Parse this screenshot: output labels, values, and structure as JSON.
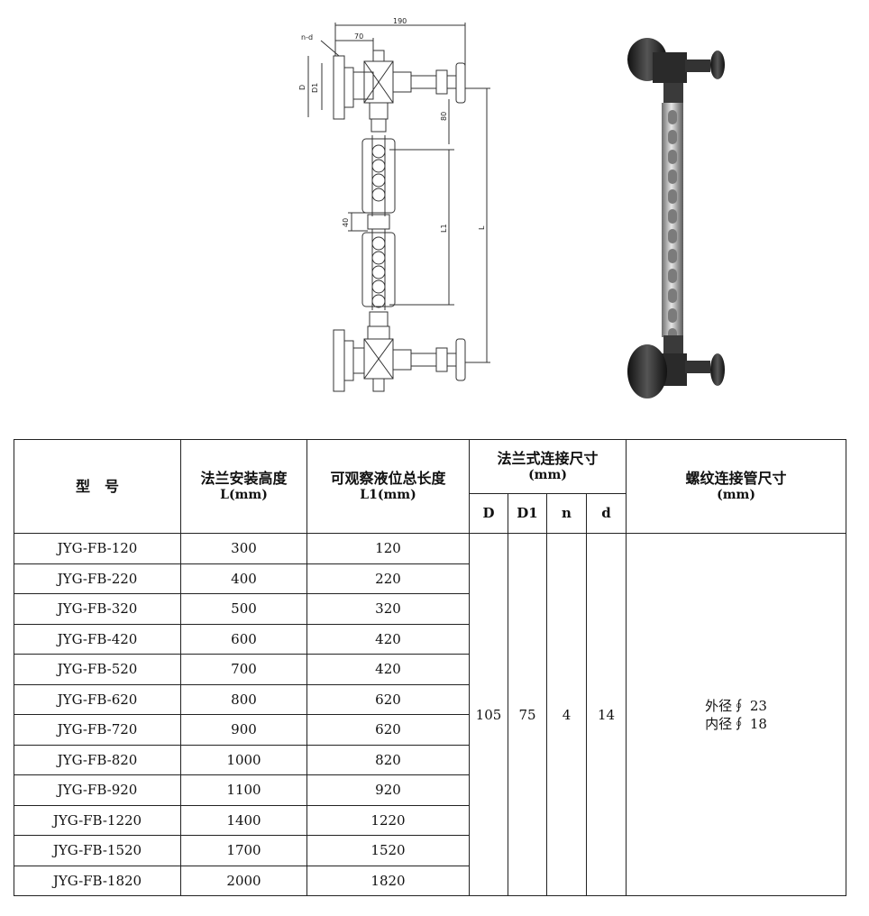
{
  "drawing": {
    "labels": {
      "overall": "190",
      "offset": "70",
      "holes": "n-d",
      "flange_d": "D",
      "flange_d1": "D1",
      "top_gap": "80",
      "joint": "40",
      "view_len": "L1",
      "install_len": "L"
    }
  },
  "table": {
    "headers": {
      "model": "型　号",
      "install_title": "法兰安装高度",
      "install_unit": "L(mm)",
      "view_title": "可观察液位总长度",
      "view_unit": "L1(mm)",
      "flange_title": "法兰式连接尺寸",
      "flange_unit": "(mm)",
      "D": "D",
      "D1": "D1",
      "n": "n",
      "d": "d",
      "thread_title": "螺纹连接管尺寸",
      "thread_unit": "(mm)"
    },
    "rows": [
      {
        "model": "JYG-FB-120",
        "L": "300",
        "L1": "120"
      },
      {
        "model": "JYG-FB-220",
        "L": "400",
        "L1": "220"
      },
      {
        "model": "JYG-FB-320",
        "L": "500",
        "L1": "320"
      },
      {
        "model": "JYG-FB-420",
        "L": "600",
        "L1": "420"
      },
      {
        "model": "JYG-FB-520",
        "L": "700",
        "L1": "420"
      },
      {
        "model": "JYG-FB-620",
        "L": "800",
        "L1": "620"
      },
      {
        "model": "JYG-FB-720",
        "L": "900",
        "L1": "620"
      },
      {
        "model": "JYG-FB-820",
        "L": "1000",
        "L1": "820"
      },
      {
        "model": "JYG-FB-920",
        "L": "1100",
        "L1": "920"
      },
      {
        "model": "JYG-FB-1220",
        "L": "1400",
        "L1": "1220"
      },
      {
        "model": "JYG-FB-1520",
        "L": "1700",
        "L1": "1520"
      },
      {
        "model": "JYG-FB-1820",
        "L": "2000",
        "L1": "1820"
      }
    ],
    "merged": {
      "D": "105",
      "D1": "75",
      "n": "4",
      "d": "14",
      "outer": "外径∮ 23",
      "inner": "内径∮ 18"
    }
  }
}
